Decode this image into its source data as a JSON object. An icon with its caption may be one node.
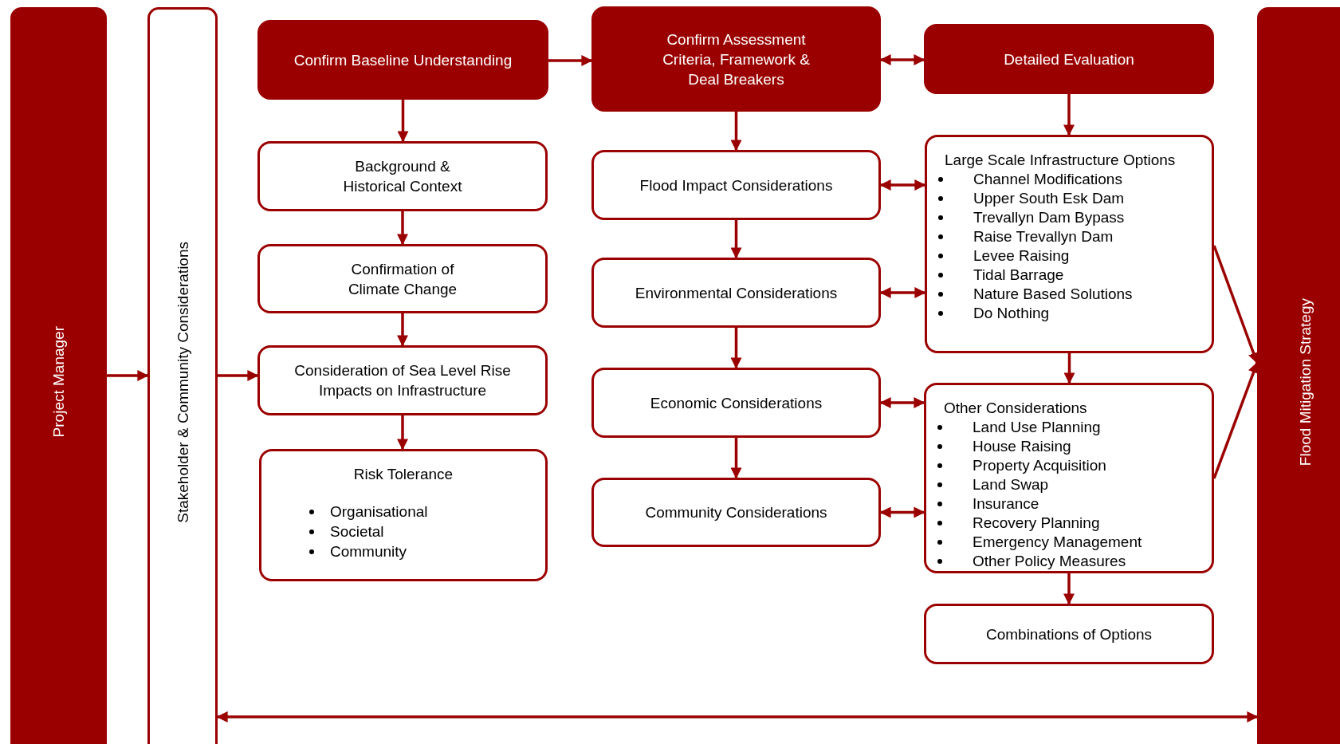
{
  "diagram": {
    "nodes": [
      {
        "text": [
          "Project Manager"
        ]
      },
      {
        "text": [
          "Stakeholder & Community Considerations"
        ]
      },
      {
        "text": [
          "Confirm Baseline Understanding"
        ]
      },
      {
        "text": [
          "Confirm Assessment Criteria, Framework & Deal Breakers"
        ]
      },
      {
        "text": [
          "Detailed Evaluation"
        ]
      },
      {
        "text": [
          "Background & Historical Context"
        ]
      },
      {
        "text": [
          "Confirmation of Climate Change"
        ]
      },
      {
        "text": [
          "Consideration of Sea Level Rise Impacts on Infrastructure"
        ]
      },
      {
        "text": [
          "Risk Tolerance",
          "Organisational",
          "Societal",
          "Community"
        ]
      },
      {
        "text": [
          "Flood Impact Considerations"
        ]
      },
      {
        "text": [
          "Environmental Considerations"
        ]
      },
      {
        "text": [
          "Economic Considerations"
        ]
      },
      {
        "text": [
          "Community Considerations"
        ]
      },
      {
        "text": [
          "Large Scale Infrastructure Options",
          "Channel Modifications",
          "Upper South Esk Dam",
          "Trevallyn Dam Bypass",
          "Raise Trevallyn Dam",
          "Levee Raising",
          "Tidal Barrage",
          "Nature Based Solutions",
          "Do Nothing"
        ]
      },
      {
        "text": [
          "Other Considerations",
          "Land Use Planning",
          "House Raising",
          "Property Acquisition",
          "Land Swap",
          "Insurance",
          "Recovery Planning",
          "Emergency Management",
          "Other Policy Measures"
        ]
      },
      {
        "text": [
          "Combinations of Options"
        ]
      },
      {
        "text": [
          "Flood Mitigation Strategy"
        ]
      }
    ],
    "edges": [
      {
        "from": 0,
        "to": 1,
        "arrow": "to"
      },
      {
        "from": 1,
        "to": 7,
        "arrow": "to"
      },
      {
        "from": 2,
        "to": 3,
        "arrow": "to"
      },
      {
        "from": 3,
        "to": 4,
        "arrow": "both"
      },
      {
        "from": 2,
        "to": 5,
        "arrow": "to"
      },
      {
        "from": 5,
        "to": 6,
        "arrow": "to"
      },
      {
        "from": 6,
        "to": 7,
        "arrow": "to"
      },
      {
        "from": 7,
        "to": 8,
        "arrow": "to"
      },
      {
        "from": 3,
        "to": 9,
        "arrow": "to"
      },
      {
        "from": 9,
        "to": 10,
        "arrow": "to"
      },
      {
        "from": 10,
        "to": 11,
        "arrow": "to"
      },
      {
        "from": 11,
        "to": 12,
        "arrow": "to"
      },
      {
        "from": 9,
        "to": 13,
        "arrow": "both"
      },
      {
        "from": 10,
        "to": 13,
        "arrow": "both"
      },
      {
        "from": 11,
        "to": 14,
        "arrow": "both"
      },
      {
        "from": 12,
        "to": 14,
        "arrow": "both"
      },
      {
        "from": 4,
        "to": 13,
        "arrow": "to"
      },
      {
        "from": 13,
        "to": 14,
        "arrow": "to"
      },
      {
        "from": 14,
        "to": 15,
        "arrow": "to"
      },
      {
        "from": 13,
        "to": 16,
        "arrow": "to"
      },
      {
        "from": 14,
        "to": 16,
        "arrow": "to"
      },
      {
        "from": 1,
        "to": 16,
        "arrow": "both"
      }
    ]
  }
}
